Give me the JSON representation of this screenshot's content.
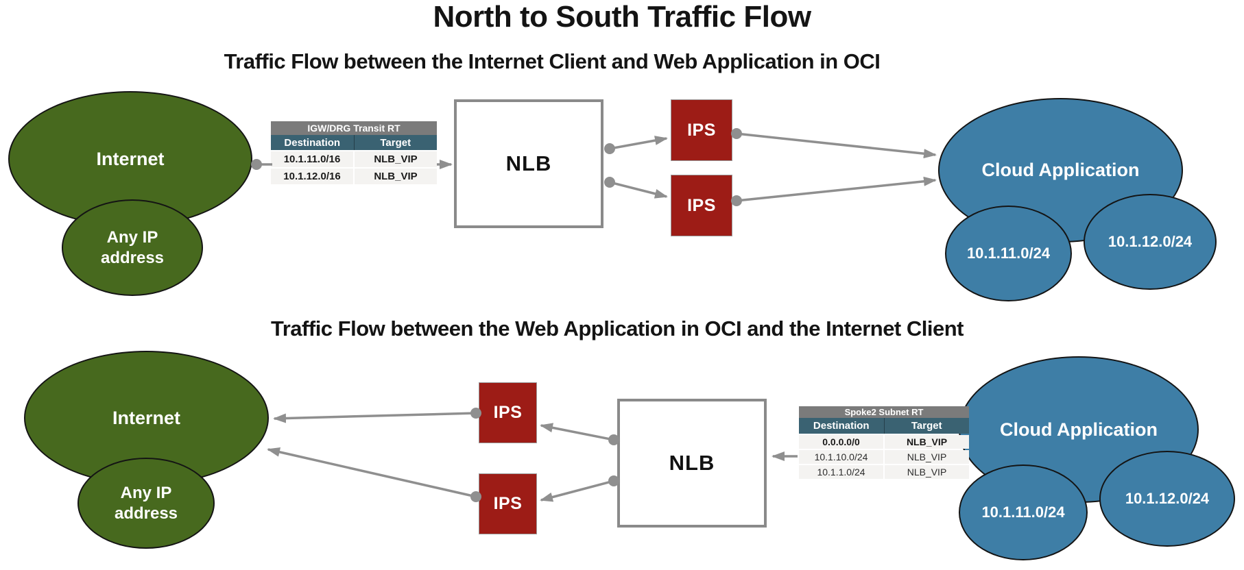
{
  "title": "North to South Traffic Flow",
  "colors": {
    "internet_green": "#47691E",
    "cloud_blue": "#3E7EA6",
    "ips_red": "#9D1C16",
    "connector_gray": "#8F8F8F",
    "table_title_bg": "#7B7B7B",
    "table_header_bg": "#3A6272",
    "table_row_bg": "#F4F3F1"
  },
  "diagram1": {
    "subtitle": "Traffic Flow between the Internet Client and Web Application in OCI",
    "internet_label": "Internet",
    "any_ip_label": "Any IP address",
    "route_table": {
      "title": "IGW/DRG Transit RT",
      "columns": [
        "Destination",
        "Target"
      ],
      "rows": [
        {
          "destination": "10.1.11.0/16",
          "target": "NLB_VIP"
        },
        {
          "destination": "10.1.12.0/16",
          "target": "NLB_VIP"
        }
      ]
    },
    "nlb_label": "NLB",
    "ips_top_label": "IPS",
    "ips_bottom_label": "IPS",
    "cloud_label": "Cloud Application",
    "subnet_left_label": "10.1.11.0/24",
    "subnet_right_label": "10.1.12.0/24"
  },
  "diagram2": {
    "subtitle": "Traffic Flow between the Web Application in OCI and the Internet Client",
    "internet_label": "Internet",
    "any_ip_label": "Any IP address",
    "route_table": {
      "title": "Spoke2 Subnet RT",
      "columns": [
        "Destination",
        "Target"
      ],
      "rows": [
        {
          "destination": "0.0.0.0/0",
          "target": "NLB_VIP"
        },
        {
          "destination": "10.1.10.0/24",
          "target": "NLB_VIP"
        },
        {
          "destination": "10.1.1.0/24",
          "target": "NLB_VIP"
        }
      ]
    },
    "nlb_label": "NLB",
    "ips_top_label": "IPS",
    "ips_bottom_label": "IPS",
    "cloud_label": "Cloud Application",
    "subnet_left_label": "10.1.11.0/24",
    "subnet_right_label": "10.1.12.0/24"
  }
}
